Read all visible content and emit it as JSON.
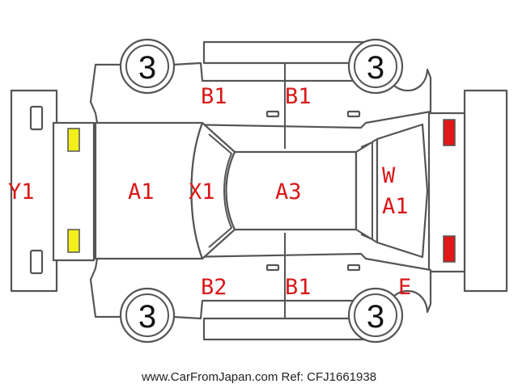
{
  "wheels": {
    "front_left": "3",
    "front_right": "3",
    "rear_left": "3",
    "rear_right": "3"
  },
  "damage_codes": {
    "rear_bumper": "Y1",
    "trunk_lid": "A1",
    "rear_glass": "X1",
    "roof": "A3",
    "windshield_w": "W",
    "hood": "A1",
    "left_rear_door": "B1",
    "left_front_door": "B1",
    "right_rear_door": "B2",
    "right_front_door": "B1",
    "right_front_fender": "E"
  },
  "marker_colors": {
    "rear_lamp": "#f2ef1a",
    "front_lamp": "#e01818"
  },
  "footer": {
    "credit": "www.CarFromJapan.com Ref: CFJ1661938"
  }
}
